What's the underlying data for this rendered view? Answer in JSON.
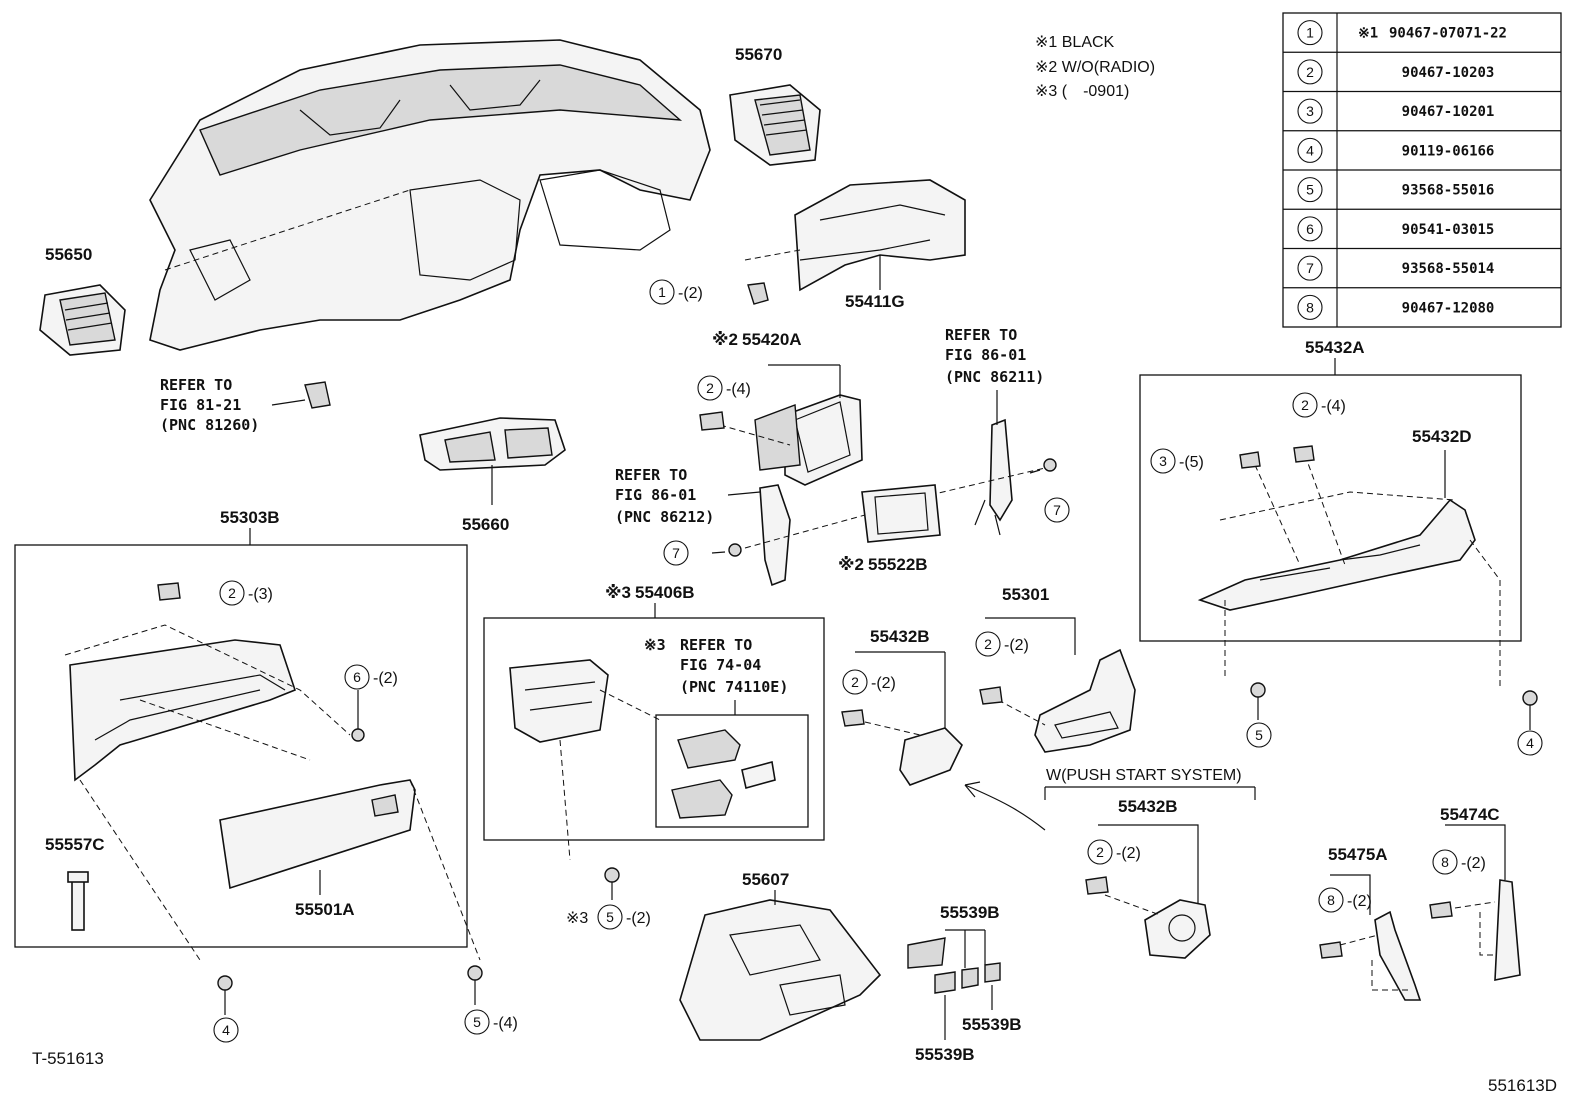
{
  "notes": [
    "※1 BLACK",
    "※2 W/O(RADIO)",
    "※3 (　-0901)"
  ],
  "parts_table": [
    {
      "ref": "1",
      "prefix": "※1",
      "part": "90467-07071-22"
    },
    {
      "ref": "2",
      "prefix": "",
      "part": "90467-10203"
    },
    {
      "ref": "3",
      "prefix": "",
      "part": "90467-10201"
    },
    {
      "ref": "4",
      "prefix": "",
      "part": "90119-06166"
    },
    {
      "ref": "5",
      "prefix": "",
      "part": "93568-55016"
    },
    {
      "ref": "6",
      "prefix": "",
      "part": "90541-03015"
    },
    {
      "ref": "7",
      "prefix": "",
      "part": "93568-55014"
    },
    {
      "ref": "8",
      "prefix": "",
      "part": "90467-12080"
    }
  ],
  "labels": {
    "p55670": "55670",
    "p55650": "55650",
    "p55411g": "55411G",
    "p55420a": "55420A",
    "p55420a_mark": "※2",
    "p55660": "55660",
    "p55303b": "55303B",
    "p55522b": "55522B",
    "p55522b_mark": "※2",
    "p55406b": "55406B",
    "p55406b_mark": "※3",
    "p55432a": "55432A",
    "p55432d": "55432D",
    "p55301": "55301",
    "p55432b_1": "55432B",
    "p55432b_2": "55432B",
    "p55557c": "55557C",
    "p55501a": "55501A",
    "p55607": "55607",
    "p55539b_1": "55539B",
    "p55539b_2": "55539B",
    "p55539b_3": "55539B",
    "p55475a": "55475A",
    "p55474c": "55474C"
  },
  "refers": {
    "r81": [
      "REFER TO",
      "FIG 81-21",
      "(PNC 81260)"
    ],
    "r86211": [
      "REFER TO",
      "FIG 86-01",
      "(PNC 86211)"
    ],
    "r86212": [
      "REFER TO",
      "FIG 86-01",
      "(PNC 86212)"
    ],
    "r74": [
      "REFER TO",
      "FIG 74-04",
      "(PNC 74110E)"
    ],
    "r74_mark": "※3"
  },
  "callouts": {
    "c1": {
      "num": "1",
      "qty": "-(2)"
    },
    "c2a": {
      "num": "2",
      "qty": "-(4)"
    },
    "c2b": {
      "num": "2",
      "qty": "-(3)"
    },
    "c6": {
      "num": "6",
      "qty": "-(2)"
    },
    "c7a": {
      "num": "7",
      "qty": ""
    },
    "c7b": {
      "num": "7",
      "qty": ""
    },
    "c2c": {
      "num": "2",
      "qty": "-(4)"
    },
    "c3": {
      "num": "3",
      "qty": "-(5)"
    },
    "c2d": {
      "num": "2",
      "qty": "-(2)"
    },
    "c2e": {
      "num": "2",
      "qty": "-(2)"
    },
    "c2f": {
      "num": "2",
      "qty": "-(2)"
    },
    "c5a": {
      "num": "5",
      "qty": ""
    },
    "c4a": {
      "num": "4",
      "qty": ""
    },
    "c4b": {
      "num": "4",
      "qty": ""
    },
    "c5b": {
      "num": "5",
      "qty": "-(4)"
    },
    "c5c": {
      "num": "5",
      "qty": "-(2)"
    },
    "c5c_mark": "※3",
    "c8a": {
      "num": "8",
      "qty": "-(2)"
    },
    "c8b": {
      "num": "8",
      "qty": "-(2)"
    }
  },
  "push_start": "W(PUSH START SYSTEM)",
  "codes": {
    "left": "T-551613",
    "right": "551613D"
  }
}
